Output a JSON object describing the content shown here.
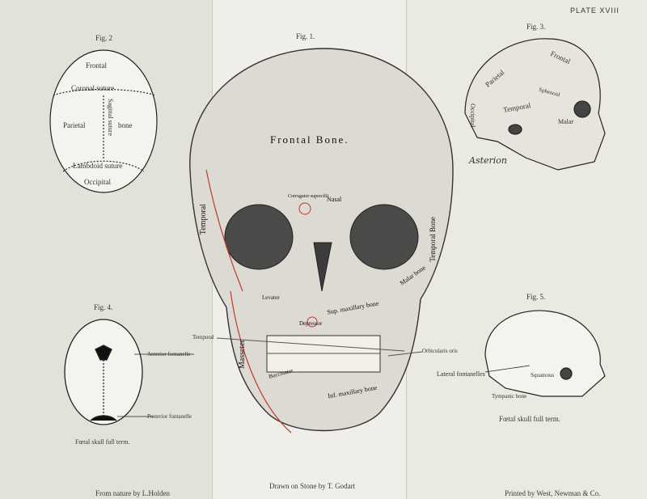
{
  "plate": {
    "number": "PLATE XVIII",
    "credit_left": "From nature by L.Holden",
    "credit_center": "Drawn on Stone by T. Godart",
    "credit_right": "Printed by West, Newman & Co."
  },
  "fig2": {
    "title": "Fig. 2",
    "labels": [
      "Frontal",
      "Coronal suture",
      "Parietal",
      "bone",
      "Sagittal suture",
      "Lambdoid suture",
      "Occipital"
    ]
  },
  "fig1": {
    "title": "Fig. 1.",
    "frontal": "Frontal Bone.",
    "labels": [
      "Temporal",
      "Temporal Bone",
      "Malar bone",
      "Masseter",
      "Nasal",
      "Sup. maxillary bone",
      "Inf. maxillary bone",
      "Orbicularis oris",
      "Temporal",
      "Buccinator",
      "Levator",
      "Depressor",
      "Corrugator supercilii"
    ]
  },
  "fig3": {
    "title": "Fig. 3.",
    "labels": [
      "Frontal",
      "Parietal",
      "Temporal",
      "Sphenoid",
      "Occipital",
      "Malar",
      "Asterion"
    ]
  },
  "fig4": {
    "title": "Fig. 4.",
    "labels": [
      "Anterior fontanelle",
      "Posterior fontanelle"
    ],
    "caption": "Fœtal skull full term."
  },
  "fig5": {
    "title": "Fig. 5.",
    "labels": [
      "Lateral fontanelles",
      "Squamous",
      "Tympanic bone"
    ],
    "caption": "Fœtal skull full term."
  }
}
